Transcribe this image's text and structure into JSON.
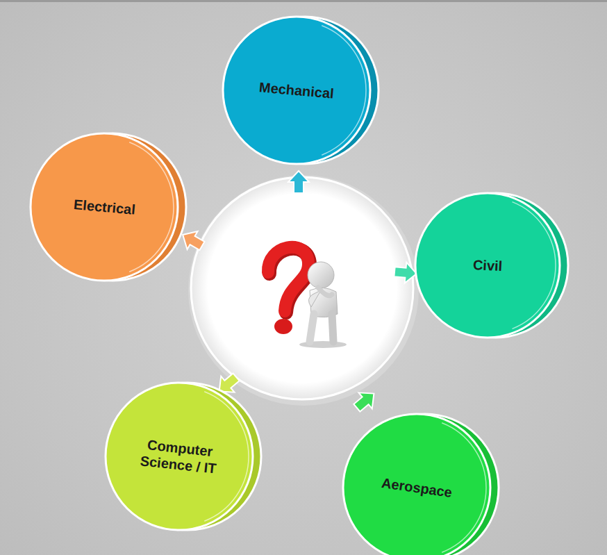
{
  "diagram": {
    "nodes": [
      {
        "text": [
          "Mechanical"
        ]
      },
      {
        "text": [
          "Electrical"
        ]
      },
      {
        "text": [
          "Civil"
        ]
      },
      {
        "text": [
          "Computer Science / IT"
        ]
      },
      {
        "text": [
          "Aerospace"
        ]
      }
    ]
  }
}
